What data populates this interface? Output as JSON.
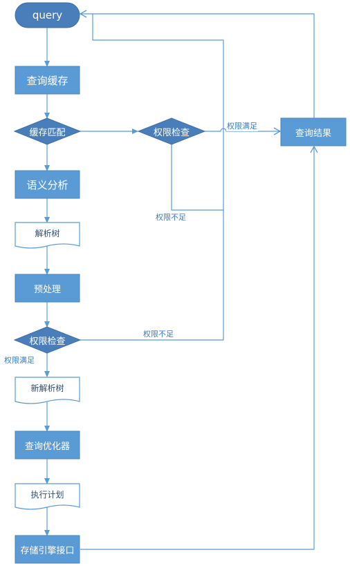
{
  "colors": {
    "line": "#5b9bd5",
    "process_fill": "#5b9bd5",
    "process_border": "#4a86c0",
    "decision_fill": "#4a7ebb",
    "start_fill": "#4a7ebb",
    "doc_fill": "#ffffff",
    "doc_border": "#5b9bd5",
    "text_light": "#ffffff",
    "text_dark": "#2f4f6f",
    "label": "#3a7cc1"
  },
  "nodes": {
    "query": "query",
    "query_cache": "查询缓存",
    "cache_match": "缓存匹配",
    "permission_check_top": "权限检查",
    "query_result": "查询结果",
    "semantic_analysis": "语义分析",
    "parse_tree": "解析树",
    "preprocess": "预处理",
    "permission_check_bottom": "权限检查",
    "new_parse_tree": "新解析树",
    "query_optimizer": "查询优化器",
    "execution_plan": "执行计划",
    "storage_engine_interface": "存储引擎接口"
  },
  "labels": {
    "permission_ok_top": "权限满足",
    "permission_fail_top": "权限不足",
    "permission_fail_bottom": "权限不足",
    "permission_ok_bottom": "权限满足"
  }
}
